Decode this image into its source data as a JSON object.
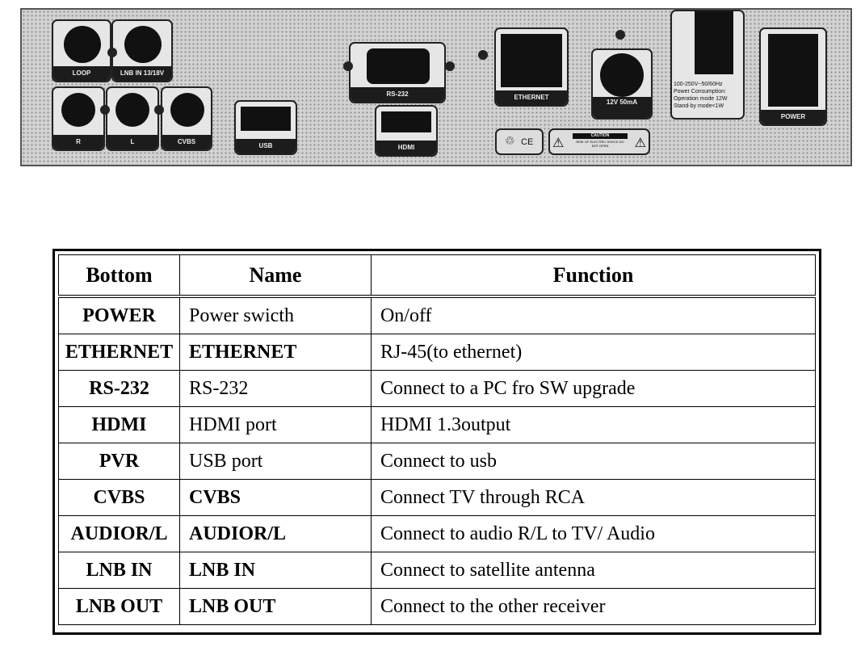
{
  "panel": {
    "loop": "LOOP",
    "lnb_in": "LNB IN 13/18V",
    "r": "R",
    "l": "L",
    "cvbs": "CVBS",
    "usb": "USB",
    "rs232": "RS-232",
    "hdmi": "HDMI",
    "ethernet": "ETHERNET",
    "dc_out": "12V 50mA",
    "power": "POWER",
    "power_spec": [
      "100-250V~50/60Hz",
      "Power Consumption:",
      "Operation mode 12W",
      "Stand-by mode<1W"
    ],
    "caution": "CAUTION",
    "caution_text": "RISK OF ELECTRIC SHOCK DO NOT OPEN",
    "ce": "CE"
  },
  "table": {
    "headers": [
      "Bottom",
      "Name",
      "Function"
    ],
    "rows": [
      {
        "bottom": "POWER",
        "name": "Power swicth",
        "function": "On/off"
      },
      {
        "bottom": "ETHERNET",
        "name": "ETHERNET",
        "function": "RJ-45(to ethernet)"
      },
      {
        "bottom": "RS-232",
        "name": "RS-232",
        "function": "Connect to a PC fro SW upgrade"
      },
      {
        "bottom": "HDMI",
        "name": "HDMI port",
        "function": "HDMI 1.3output"
      },
      {
        "bottom": "PVR",
        "name": "USB port",
        "function": "Connect to usb"
      },
      {
        "bottom": "CVBS",
        "name": "CVBS",
        "function": "Connect TV through RCA"
      },
      {
        "bottom": "AUDIOR/L",
        "name": "AUDIOR/L",
        "function": "Connect to audio R/L to TV/ Audio"
      },
      {
        "bottom": "LNB IN",
        "name": "LNB IN",
        "function": "Connect to satellite antenna"
      },
      {
        "bottom": "LNB OUT",
        "name": "LNB OUT",
        "function": "Connect to the other receiver"
      }
    ],
    "bold_names": [
      false,
      true,
      false,
      false,
      false,
      true,
      true,
      true,
      true
    ]
  }
}
